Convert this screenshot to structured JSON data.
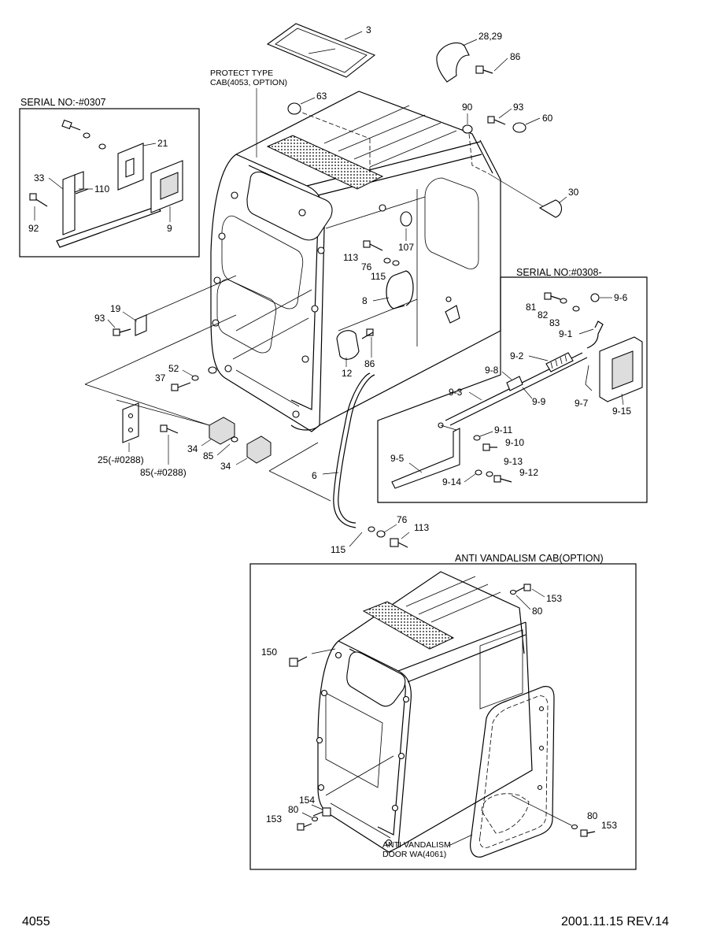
{
  "inset_serial_1": {
    "title": "SERIAL NO:-#0307",
    "labels": [
      "21",
      "33",
      "110",
      "92",
      "9"
    ]
  },
  "inset_serial_2": {
    "title": "SERIAL NO:#0308-",
    "labels": [
      "81",
      "82",
      "83",
      "9-6",
      "9-1",
      "9-2",
      "9-8",
      "9-9",
      "9-7",
      "9-15",
      "9-3",
      "9-11",
      "9-10",
      "9-5",
      "9-13",
      "9-14",
      "9-12"
    ]
  },
  "protect_note": {
    "line1": "PROTECT TYPE",
    "line2": "CAB(4053, OPTION)"
  },
  "main_labels": {
    "l3": "3",
    "l28_29": "28,29",
    "l86a": "86",
    "l63": "63",
    "l90": "90",
    "l93a": "93",
    "l60": "60",
    "l30": "30",
    "l107": "107",
    "l113a": "113",
    "l76a": "76",
    "l115a": "115",
    "l8": "8",
    "l19": "19",
    "l93b": "93",
    "l12": "12",
    "l86b": "86",
    "l52": "52",
    "l37": "37",
    "l34a": "34",
    "l85a": "85",
    "l34b": "34",
    "l25": "25(-#0288)",
    "l85b": "85(-#0288)",
    "l6": "6",
    "l76b": "76",
    "l113b": "113",
    "l115b": "115"
  },
  "anti_vandalism": {
    "title": "ANTI VANDALISM CAB(OPTION)",
    "door_note1": "ANTI VANDALISM",
    "door_note2": "DOOR WA(4061)",
    "labels": {
      "l153a": "153",
      "l80a": "80",
      "l150": "150",
      "l154": "154",
      "l80b": "80",
      "l153b": "153",
      "l80c": "80",
      "l153c": "153"
    }
  },
  "footer": {
    "page_number": "4055",
    "revision": "2001.11.15  REV.14"
  }
}
